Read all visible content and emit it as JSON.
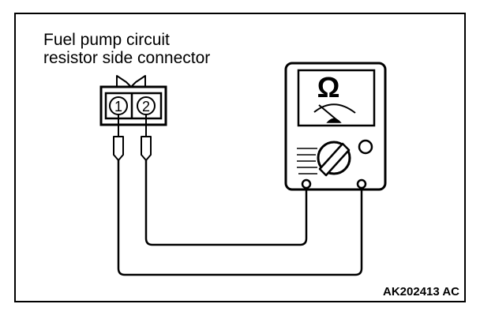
{
  "connector": {
    "title_line1": "Fuel pump circuit",
    "title_line2": "resistor side connector",
    "pin1": "1",
    "pin2": "2"
  },
  "meter": {
    "unit_symbol": "Ω"
  },
  "figure_code": "AK202413 AC"
}
